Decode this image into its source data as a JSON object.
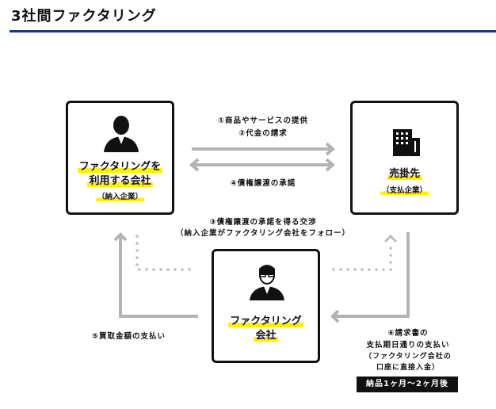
{
  "title": "3社間ファクタリング",
  "nodes": {
    "client": {
      "line1": "ファクタリングを",
      "line2": "利用する会社",
      "sub": "（納入企業）",
      "icon": "businessman-icon"
    },
    "buyer": {
      "line1": "売掛先",
      "sub": "（支払企業）",
      "icon": "building-icon"
    },
    "factor": {
      "line1": "ファクタリング",
      "line2": "会社",
      "icon": "man-with-glasses-icon"
    }
  },
  "steps": {
    "s1": "①商品やサービスの提供",
    "s2": "②代金の請求",
    "s4": "④債権譲渡の承諾",
    "s3a": "③債権譲渡の承諾を得る交渉",
    "s3b": "（納入企業がファクタリング会社をフォロー）",
    "s5": "⑤買取金額の支払い",
    "s6a": "⑥請求書の",
    "s6b": "支払期日通りの支払い",
    "s6c": "（ファクタリング会社の",
    "s6d": "口座に直接入金）"
  },
  "badge": "納品1ヶ月〜2ヶ月後",
  "colors": {
    "rule": "#0b3b8c",
    "highlight": "#fff200",
    "arrow": "#b3b3b3"
  }
}
